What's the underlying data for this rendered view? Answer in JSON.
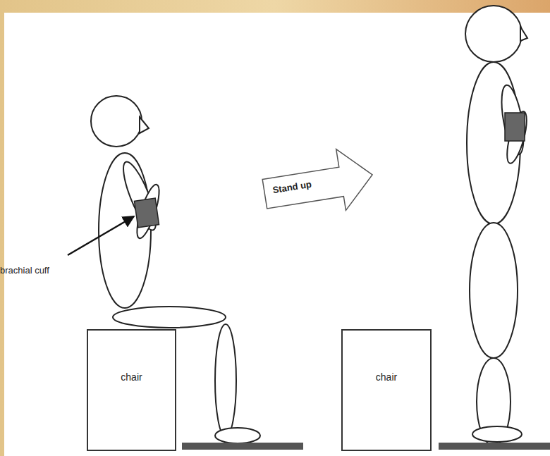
{
  "diagram": {
    "nodes": [
      {
        "text": [
          "chair"
        ]
      },
      {
        "text": [
          "Stand up"
        ]
      },
      {
        "text": [
          "chair"
        ]
      }
    ],
    "labels": [
      "brachial cuff"
    ]
  }
}
